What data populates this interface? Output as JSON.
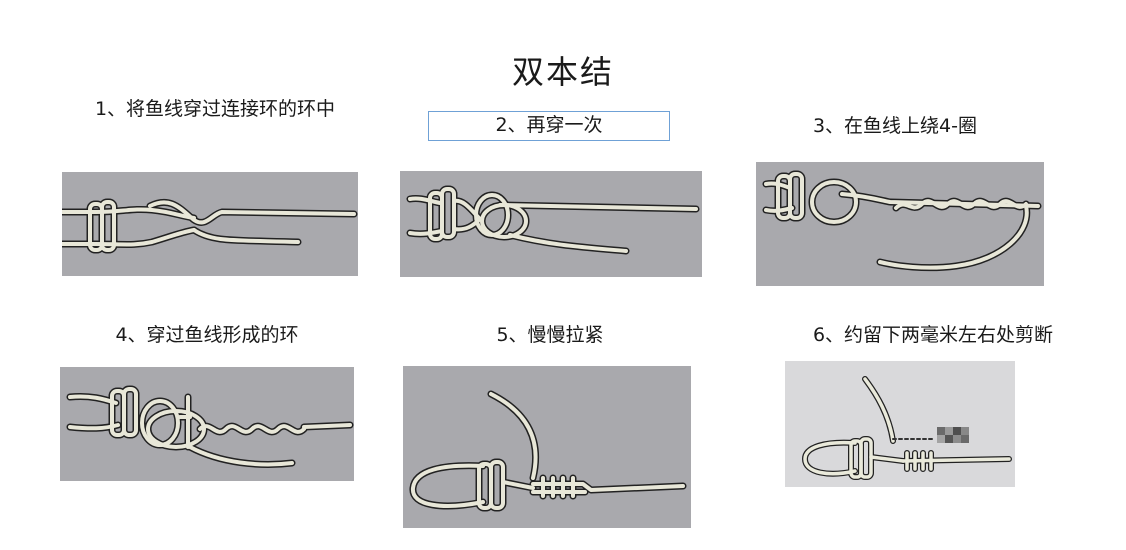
{
  "title": "双本结",
  "steps": [
    {
      "caption": "1、将鱼线穿过连接环的环中"
    },
    {
      "caption": "2、再穿一次"
    },
    {
      "caption": "3、在鱼线上绕4-圈"
    },
    {
      "caption": "4、穿过鱼线形成的环"
    },
    {
      "caption": "5、慢慢拉紧"
    },
    {
      "caption": "6、约留下两毫米左右处剪断"
    }
  ],
  "colors": {
    "line_fill": "#e8e7d8",
    "line_outline": "#222222",
    "photo_bg": "#a9a9ad",
    "highlight_border": "#6fa1d6"
  }
}
